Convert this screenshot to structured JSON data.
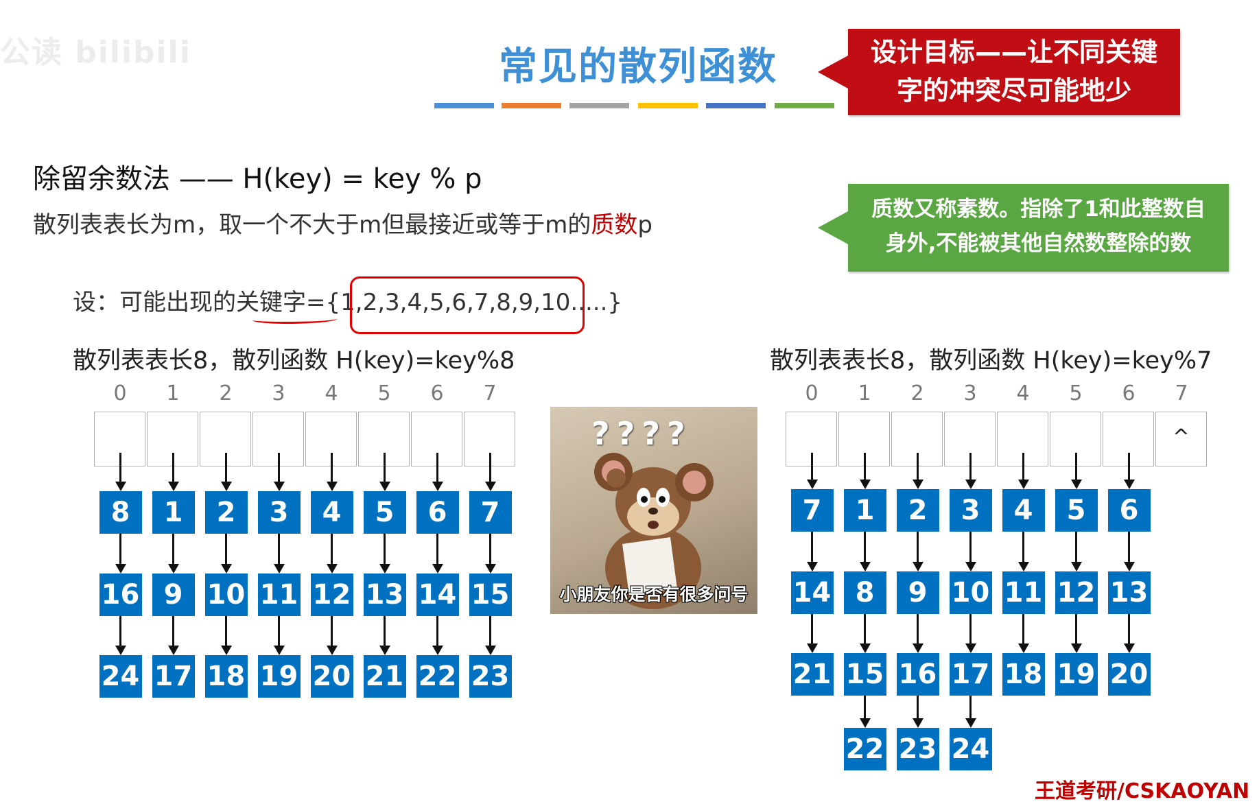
{
  "watermark": "公读 bilibili",
  "title": "常见的散列函数",
  "color_bars": [
    "#4a90d9",
    "#ed7d31",
    "#a5a5a5",
    "#ffc000",
    "#4472c4",
    "#70ad47"
  ],
  "callout_design": {
    "line1": "设计目标——让不同关键",
    "line2": "字的冲突尽可能地少",
    "color": "#c00e14"
  },
  "callout_prime": {
    "line1": "质数又称素数。指除了1和此整数自",
    "line2": "身外,不能被其他自然数整除的数",
    "color": "#5aa642"
  },
  "method_line": "除留余数法 —— H(key) = key % p",
  "desc": {
    "before": "散列表表长为m，取一个不大于m但最接近或等于m的",
    "highlight": "质数",
    "after": "p"
  },
  "keys_line": {
    "prefix": "设：可能出现的关键字=",
    "highlighted": "{1,2,3,4,5,6,7,8,9,10",
    "suffix": ".....}"
  },
  "left_table": {
    "label": "散列表表长8，散列函数 H(key)=key%8",
    "indices": [
      "0",
      "1",
      "2",
      "3",
      "4",
      "5",
      "6",
      "7"
    ],
    "chains": [
      [
        "8",
        "16",
        "24"
      ],
      [
        "1",
        "9",
        "17"
      ],
      [
        "2",
        "10",
        "18"
      ],
      [
        "3",
        "11",
        "19"
      ],
      [
        "4",
        "12",
        "20"
      ],
      [
        "5",
        "13",
        "21"
      ],
      [
        "6",
        "14",
        "22"
      ],
      [
        "7",
        "15",
        "23"
      ]
    ]
  },
  "right_table": {
    "label": "散列表表长8，散列函数 H(key)=key%7",
    "indices": [
      "0",
      "1",
      "2",
      "3",
      "4",
      "5",
      "6",
      "7"
    ],
    "empty_marker": "^",
    "chains": [
      [
        "7",
        "14",
        "21"
      ],
      [
        "1",
        "8",
        "15",
        "22"
      ],
      [
        "2",
        "9",
        "16",
        "23"
      ],
      [
        "3",
        "10",
        "17",
        "24"
      ],
      [
        "4",
        "11",
        "18"
      ],
      [
        "5",
        "12",
        "19"
      ],
      [
        "6",
        "13",
        "20"
      ],
      []
    ]
  },
  "meme": {
    "question_marks": "????",
    "caption": "小朋友你是否有很多问号"
  },
  "footer": "王道考研/CSKAOYAN"
}
